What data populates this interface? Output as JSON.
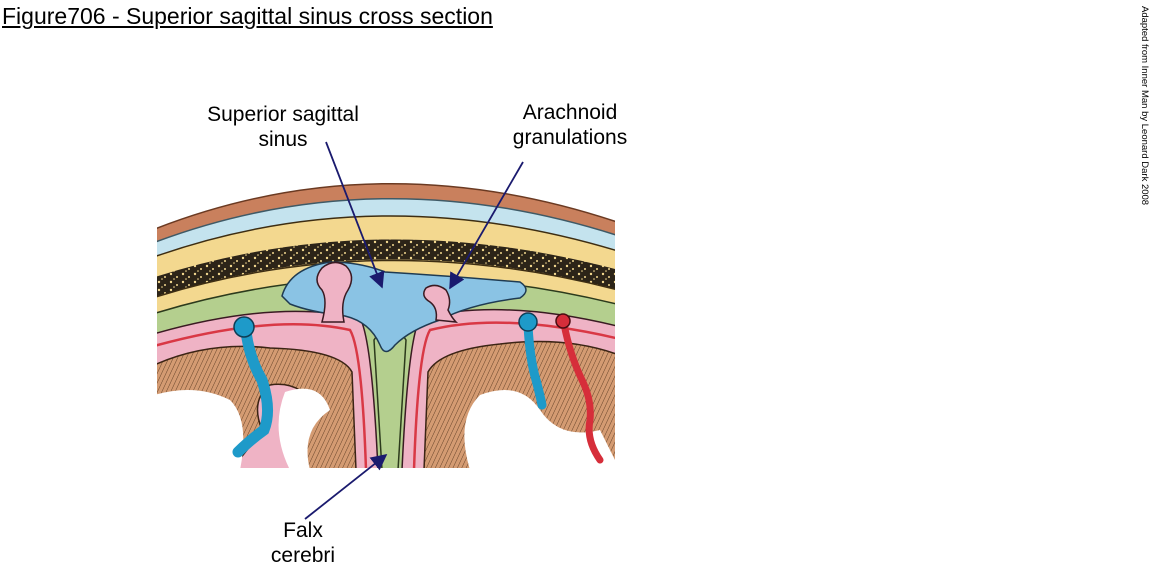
{
  "figure": {
    "title": "Figure706 - Superior sagittal sinus cross section",
    "credit": "Adapted from Inner Man by Leonard Dark 2008"
  },
  "labels": {
    "superior_sagittal_sinus": [
      "Superior sagittal",
      "sinus"
    ],
    "arachnoid_granulations": [
      "Arachnoid",
      "granulations"
    ],
    "falx_cerebri": [
      "Falx",
      "cerebri"
    ]
  },
  "colors": {
    "scalp": "#c9805d",
    "periosteum": "#c4e3ee",
    "bone": "#f3d88f",
    "dura": "#b4cf8e",
    "sinus_blood": "#8ac3e4",
    "arachnoid": "#efb3c5",
    "pia": "#d93845",
    "cortex": "#d49b72",
    "vein": "#1e9ac9",
    "artery": "#d62e3a",
    "pointer": "#1a1a6e"
  }
}
